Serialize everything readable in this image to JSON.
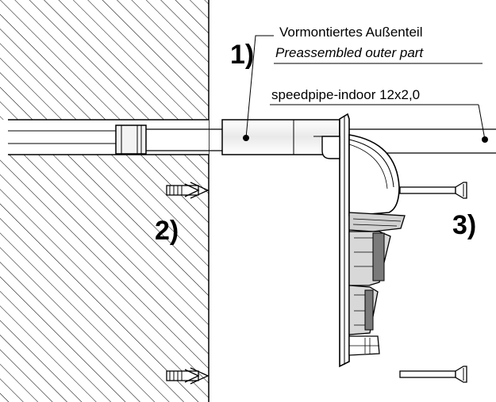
{
  "diagram": {
    "steps": {
      "step1": "1)",
      "step2": "2)",
      "step3": "3)"
    },
    "labels": {
      "outer_part_de": "Vormontiertes Außenteil",
      "outer_part_en": "Preassembled outer part",
      "pipe": "speedpipe-indoor 12x2,0"
    },
    "colors": {
      "line": "#000000",
      "background": "#ffffff",
      "part_fill": "#d0d0d0",
      "part_dark": "#7a7a7a"
    }
  }
}
